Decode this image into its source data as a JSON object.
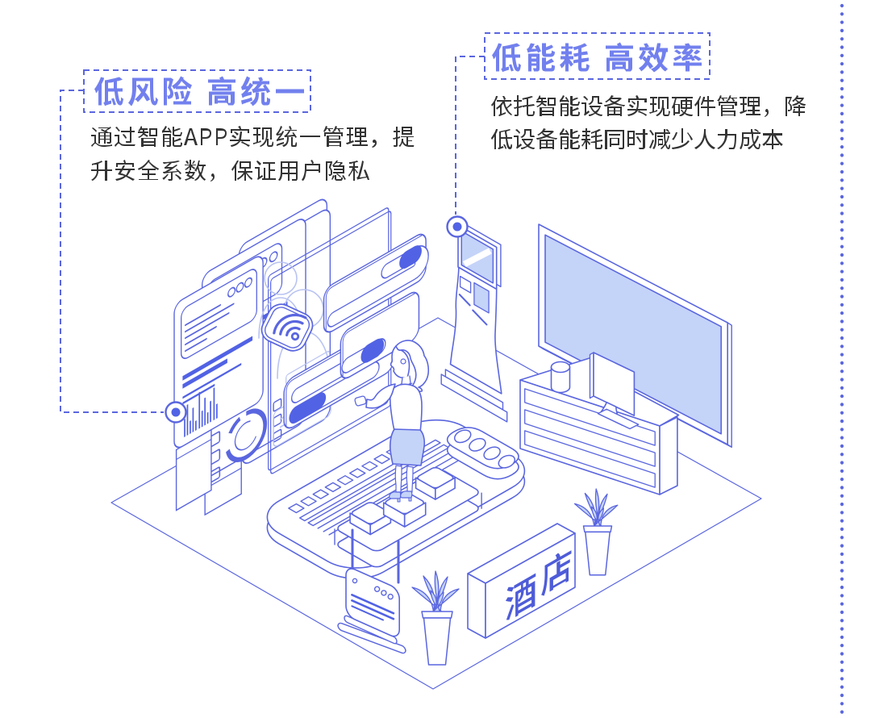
{
  "callouts": [
    {
      "title": "低风险 高统一",
      "description": "通过智能APP实现统一管理，提升安全系数，保证用户隐私",
      "desc_line1": "通过智能APP实现统一管理，提",
      "desc_line2": "升安全系数，保证用户隐私"
    },
    {
      "title": "低能耗 高效率",
      "description": "依托智能设备实现硬件管理，降低设备能耗同时减少人力成本",
      "desc_line1": "依托智能设备实现硬件管理，降",
      "desc_line2": "低设备能耗同时减少人力成本"
    }
  ],
  "sign": {
    "text": "酒店"
  },
  "illustration": {
    "elements": [
      "dashboard-panel-front",
      "dashboard-panel-mid",
      "back-slab",
      "glass-sheet",
      "wifi-icon",
      "avatar-ghosts",
      "floating-card-top",
      "floating-card-mid",
      "floating-card-bottom",
      "toggle-pill",
      "progress-pill",
      "woman",
      "control-platform",
      "button-blocks",
      "remote-device",
      "checkin-kiosk",
      "tv-screen",
      "reception-desk",
      "desk-monitor",
      "desk-cup",
      "wifi-router",
      "plant-left",
      "plant-right",
      "hotel-sign",
      "floor",
      "dotted-edge-line",
      "callout-connectors"
    ]
  },
  "colors": {
    "line": "#5a66df",
    "light_fill": "#c4d3f8",
    "accent": "#5162e5",
    "title": "#7280ee",
    "text": "#333333",
    "sign_text": "#4e5cd8"
  }
}
